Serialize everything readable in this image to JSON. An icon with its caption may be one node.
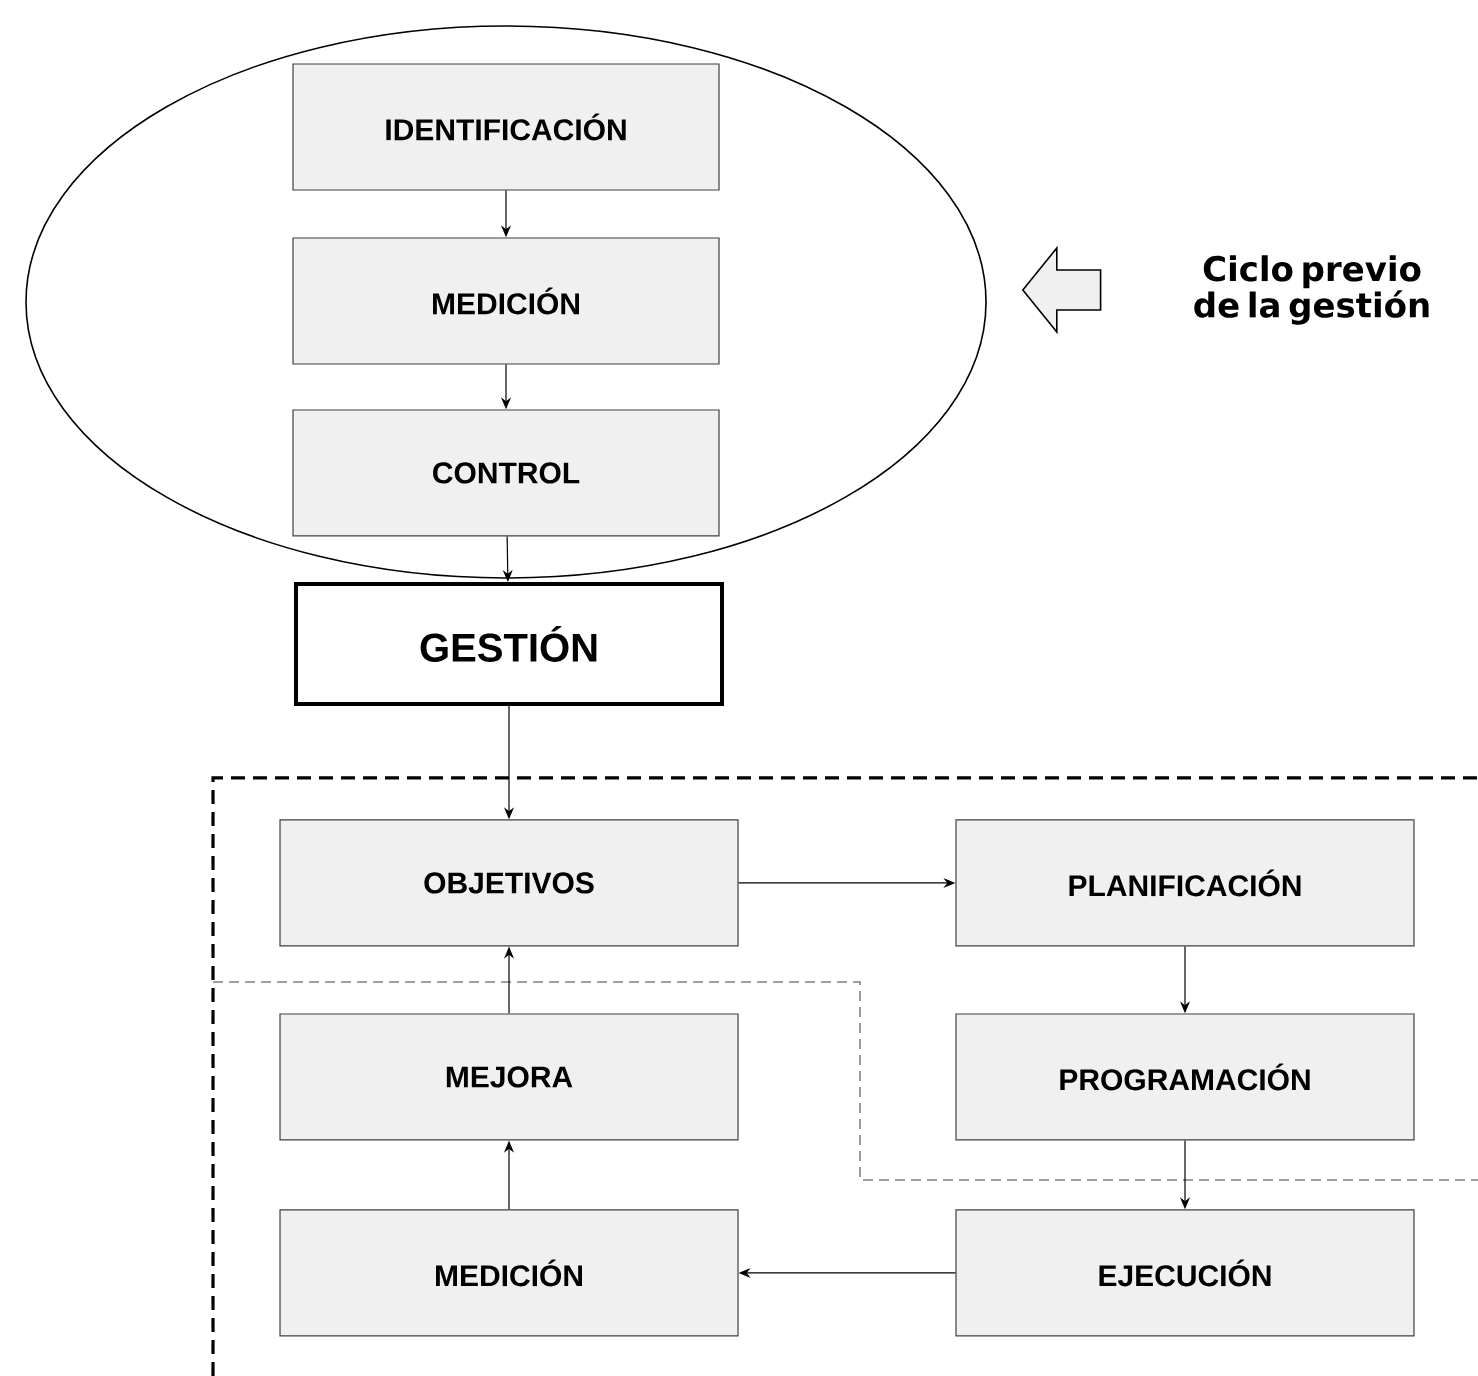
{
  "diagram": {
    "nodes": [
      {
        "text": [],
        "shape": "ellipse"
      },
      {
        "text": [
          "IDENTIFICACIÓN"
        ],
        "in": 0
      },
      {
        "text": [
          "MEDICIÓN"
        ],
        "in": 0
      },
      {
        "text": [
          "CONTROL"
        ],
        "in": 0
      },
      {
        "text": [
          "Ciclo previo de la gestión"
        ]
      },
      {
        "text": [
          "GESTIÓN"
        ]
      },
      {
        "text": [
          "OBJETIVOS"
        ]
      },
      {
        "text": [
          "PLANIFICACIÓN"
        ]
      },
      {
        "text": [
          "MEJORA"
        ]
      },
      {
        "text": [
          "PROGRAMACIÓN"
        ]
      },
      {
        "text": [
          "MEDICIÓN"
        ]
      },
      {
        "text": [
          "EJECUCIÓN"
        ]
      }
    ],
    "edges": [
      {
        "from": 1,
        "to": 2,
        "arrow": "to"
      },
      {
        "from": 2,
        "to": 3,
        "arrow": "to"
      },
      {
        "from": 3,
        "to": 5,
        "arrow": "to"
      },
      {
        "from": 4,
        "to": 0,
        "arrow": "to",
        "style": "thick"
      },
      {
        "from": 5,
        "to": 6,
        "arrow": "to"
      },
      {
        "from": 6,
        "to": 7,
        "arrow": "to"
      },
      {
        "from": 7,
        "to": 9,
        "arrow": "to"
      },
      {
        "from": 9,
        "to": 11,
        "arrow": "to"
      },
      {
        "from": 11,
        "to": 10,
        "arrow": "to"
      },
      {
        "from": 10,
        "to": 8,
        "arrow": "to"
      },
      {
        "from": 8,
        "to": 6,
        "arrow": "to"
      }
    ]
  }
}
